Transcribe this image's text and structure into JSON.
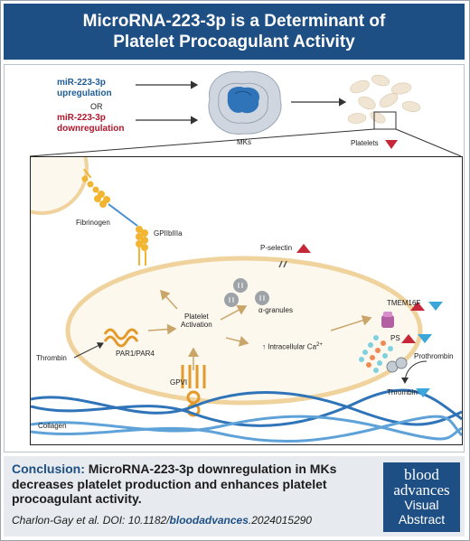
{
  "header": {
    "title_line1": "MicroRNA-223-3p is a Determinant of",
    "title_line2": "Platelet Procoagulant Activity"
  },
  "top": {
    "upregulation": "miR-223-3p upregulation",
    "or": "OR",
    "downregulation": "miR-223-3p downregulation",
    "mks": "MKs",
    "platelets": "Platelets"
  },
  "mechanism": {
    "fibrinogen": "Fibrinogen",
    "gpiibiiia": "GPIIbIIIa",
    "p_selectin": "P-selectin",
    "alpha_granules": "α-granules",
    "platelet_activation_1": "Platelet",
    "platelet_activation_2": "Activation",
    "thrombin_left": "Thrombin",
    "par": "PAR1/PAR4",
    "intracellular_ca": "↑ Intracellular Ca",
    "ca_sup": "2+",
    "tmem16f": "TMEM16F",
    "ps": "PS",
    "prothrombin": "Prothrombin",
    "thrombin_right": "Thrombin",
    "gpvi": "GPVI",
    "collagen": "Collagen"
  },
  "colors": {
    "brand": "#1e4f84",
    "up_red": "#c62839",
    "down_blue": "#3aa6d9",
    "membrane": "#f3d8a6"
  },
  "footer": {
    "conclusion_key": "Conclusion:",
    "conclusion_text": "MicroRNA-223-3p downregulation in MKs decreases platelet production and enhances platelet procoagulant activity.",
    "citation_prefix": "Charlon-Gay et al. DOI: 10.1182/",
    "citation_journal": "bloodadvances",
    "citation_suffix": ".2024015290",
    "logo_line1": "blood",
    "logo_line2": "advances",
    "logo_line3": "Visual",
    "logo_line4": "Abstract"
  }
}
